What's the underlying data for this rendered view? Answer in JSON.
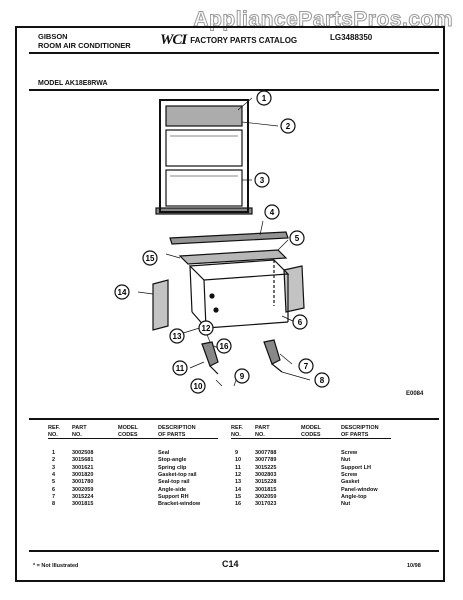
{
  "watermark": "AppliancePartsPros.com",
  "header": {
    "brand": "GIBSON",
    "product": "ROOM AIR CONDITIONER",
    "logo": "WCI",
    "catalog": "FACTORY PARTS CATALOG",
    "catalog_number": "LG3488350"
  },
  "model_line": "MODEL AK18E8RWA",
  "diagram": {
    "code": "E0084",
    "callouts": [
      "1",
      "2",
      "3",
      "4",
      "5",
      "6",
      "7",
      "8",
      "9",
      "10",
      "11",
      "12",
      "13",
      "14",
      "15",
      "16"
    ]
  },
  "table": {
    "headers": {
      "ref_no": [
        "REF.",
        "NO."
      ],
      "part_no": [
        "PART",
        "NO."
      ],
      "model_codes": [
        "MODEL",
        "CODES"
      ],
      "description": [
        "DESCRIPTION",
        "OF PARTS"
      ]
    },
    "left_rows": [
      {
        "ref": "1",
        "part": "3002508",
        "desc": "Seal"
      },
      {
        "ref": "2",
        "part": "3015681",
        "desc": "Stop-angle"
      },
      {
        "ref": "3",
        "part": "3001621",
        "desc": "Spring clip"
      },
      {
        "ref": "4",
        "part": "3001820",
        "desc": "Gasket-top rail"
      },
      {
        "ref": "5",
        "part": "3001780",
        "desc": "Seal-top rail"
      },
      {
        "ref": "6",
        "part": "3002059",
        "desc": "Angle-side"
      },
      {
        "ref": "7",
        "part": "3015224",
        "desc": "Support RH"
      },
      {
        "ref": "8",
        "part": "3001815",
        "desc": "Bracket-window"
      }
    ],
    "right_rows": [
      {
        "ref": "9",
        "part": "3007788",
        "desc": "Screw"
      },
      {
        "ref": "10",
        "part": "3007789",
        "desc": "Nut"
      },
      {
        "ref": "11",
        "part": "3015225",
        "desc": "Support LH"
      },
      {
        "ref": "12",
        "part": "3002803",
        "desc": "Screw"
      },
      {
        "ref": "13",
        "part": "3015228",
        "desc": "Gasket"
      },
      {
        "ref": "14",
        "part": "3001815",
        "desc": "Panel-window"
      },
      {
        "ref": "15",
        "part": "3002059",
        "desc": "Angle-top"
      },
      {
        "ref": "16",
        "part": "3017023",
        "desc": "Nut"
      }
    ]
  },
  "footer": {
    "note": "* = Not Illustrated",
    "page": "C14",
    "date": "10/98"
  }
}
